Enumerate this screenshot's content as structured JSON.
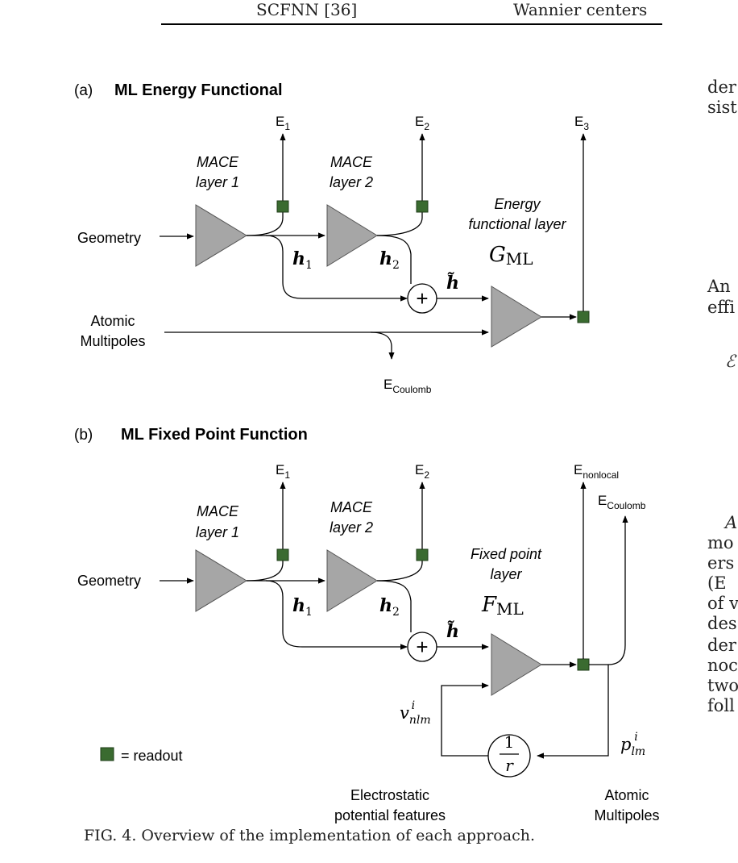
{
  "top_table": {
    "cell1": "SCFNN [36]",
    "cell2": "Wannier centers"
  },
  "panel_a": {
    "letter": "(a)",
    "title": "ML Energy Functional",
    "layer1": [
      "MACE",
      "layer 1"
    ],
    "layer2": [
      "MACE",
      "layer 2"
    ],
    "e1": "E",
    "e1_sub": "1",
    "e2": "E",
    "e2_sub": "2",
    "e3": "E",
    "e3_sub": "3",
    "functional_label": [
      "Energy",
      "functional layer"
    ],
    "g_main": "G",
    "g_sub": "ML",
    "geometry": "Geometry",
    "multipoles": [
      "Atomic",
      "Multipoles"
    ],
    "ecoulomb": "E",
    "ecoulomb_sub": "Coulomb",
    "h1": "h",
    "h1_sub": "1",
    "h2": "h",
    "h2_sub": "2",
    "htilde": "h̃",
    "plus": "+"
  },
  "panel_b": {
    "letter": "(b)",
    "title": "ML Fixed Point Function",
    "layer1": [
      "MACE",
      "layer 1"
    ],
    "layer2": [
      "MACE",
      "layer 2"
    ],
    "e1": "E",
    "e1_sub": "1",
    "e2": "E",
    "e2_sub": "2",
    "enonlocal": "E",
    "enonlocal_sub": "nonlocal",
    "ecoulomb": "E",
    "ecoulomb_sub": "Coulomb",
    "fixed_label": [
      "Fixed point",
      "layer"
    ],
    "f_main": "F",
    "f_sub": "ML",
    "geometry": "Geometry",
    "h1": "h",
    "h1_sub": "1",
    "h2": "h",
    "h2_sub": "2",
    "htilde": "h̃",
    "plus": "+",
    "v_main": "v",
    "v_sub": "nlm",
    "v_sup": "i",
    "p_main": "p",
    "p_sub": "lm",
    "p_sup": "i",
    "r_num": "1",
    "r_den": "r",
    "legend": "= readout",
    "electrostatic": [
      "Electrostatic",
      "potential features"
    ],
    "multipoles": [
      "Atomic",
      "Multipoles"
    ]
  },
  "right_margin_text": [
    "der",
    "sist",
    "An",
    "effi",
    "ℰ",
    "A",
    "mo",
    "ers",
    "(E",
    "of v",
    "des",
    "der",
    "noc",
    "two",
    "foll"
  ],
  "caption": "FIG. 4. Overview of the implementation of each approach.",
  "colors": {
    "triangle": "#a6a6a6",
    "readout": "#3a6b30",
    "line": "#000000"
  }
}
